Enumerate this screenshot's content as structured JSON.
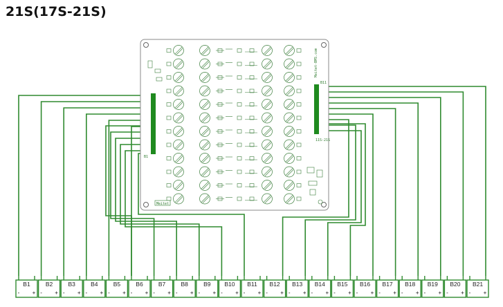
{
  "title": "21S(17S-21S)",
  "board": {
    "website": "Meitet-BMS.com",
    "logo": "Meitet",
    "connector_left": "B1",
    "connector_right": "B11",
    "connector_right_sub": "11S-21S"
  },
  "cells": [
    "B1",
    "B2",
    "B3",
    "B4",
    "B5",
    "B6",
    "B7",
    "B8",
    "B9",
    "B10",
    "B11",
    "B12",
    "B13",
    "B14",
    "B15",
    "B16",
    "B17",
    "B18",
    "B19",
    "B20",
    "B21"
  ],
  "polarity": {
    "minus": "-",
    "plus": "+"
  },
  "colors": {
    "wire": "#2f8a2f",
    "connector": "#1f8a1f",
    "cell_stroke": "#2f8a2f",
    "pcb_line": "#3b7d3b",
    "pcb_border": "#7b2a7b"
  }
}
